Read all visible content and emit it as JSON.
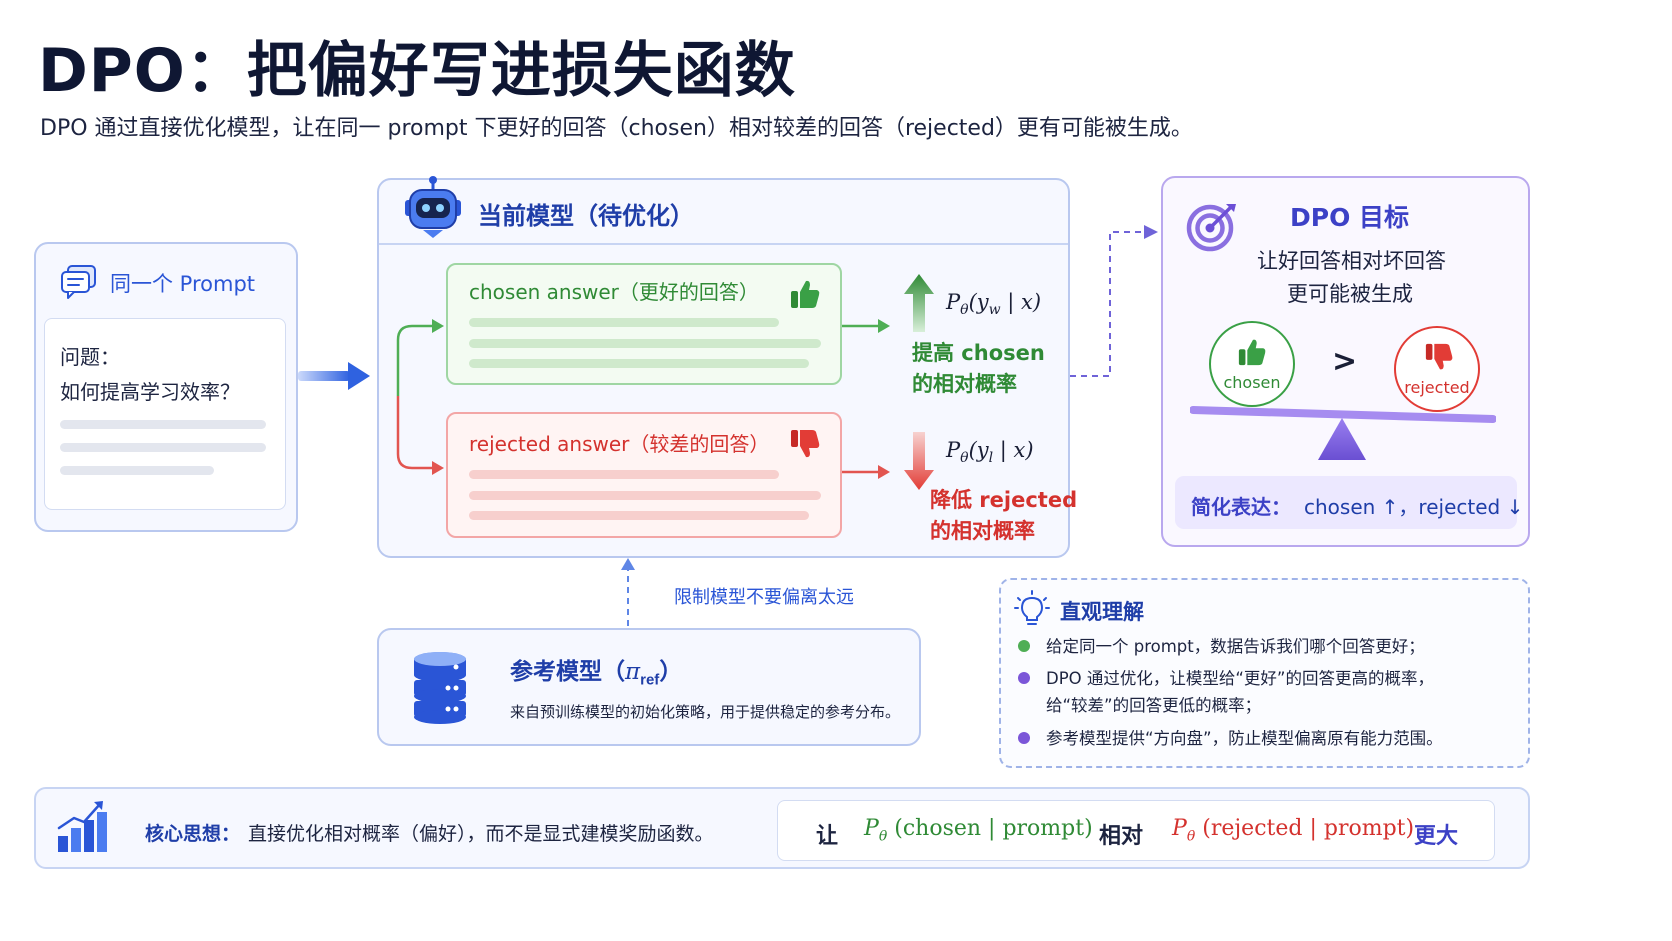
{
  "header": {
    "title": "DPO：把偏好写进损失函数",
    "subtitle": "DPO 通过直接优化模型，让在同一 prompt 下更好的回答（chosen）相对较差的回答（rejected）更有可能被生成。"
  },
  "prompt_panel": {
    "title": "同一个 Prompt",
    "question_label": "问题：",
    "question_text": "如何提高学习效率？"
  },
  "model_panel": {
    "title": "当前模型（待优化）",
    "chosen_label": "chosen answer（更好的回答）",
    "rejected_label": "rejected answer（较差的回答）",
    "chosen_prob_var": "w",
    "rejected_prob_var": "l",
    "increase_line1": "提高 chosen",
    "increase_line2": "的相对概率",
    "decrease_line1": "降低 rejected",
    "decrease_line2": "的相对概率"
  },
  "goal_panel": {
    "title": "DPO 目标",
    "line1": "让好回答相对坏回答",
    "line2": "更可能被生成",
    "chosen": "chosen",
    "rejected": "rejected",
    "comparison": ">",
    "summary_label": "简化表达：",
    "summary_text": "chosen ↑，rejected ↓"
  },
  "constraint_label": "限制模型不要偏离太远",
  "reference_panel": {
    "title_main": "参考模型（",
    "title_pi": "π",
    "title_sub": "ref",
    "title_close": "）",
    "description": "来自预训练模型的初始化策略，用于提供稳定的参考分布。"
  },
  "intuition_panel": {
    "title": "直观理解",
    "items": [
      "给定同一个 prompt，数据告诉我们哪个回答更好；",
      "DPO 通过优化，让模型给“更好”的回答更高的概率，",
      "给“较差”的回答更低的概率；",
      "参考模型提供“方向盘”，防止模型偏离原有能力范围。"
    ]
  },
  "bottom": {
    "core_label": "核心思想：",
    "core_text": "直接优化相对概率（偏好），而不是显式建模奖励函数。",
    "formula_let": "让",
    "formula_chosen_arg": "chosen",
    "formula_prompt": "prompt",
    "formula_relative": "相对",
    "formula_rejected_arg": "rejected",
    "formula_larger": "更大"
  },
  "colors": {
    "primary_blue": "#2a55d6",
    "dark_blue": "#1f3ea8",
    "green": "#2f8a35",
    "red": "#d4322e",
    "purple": "#3c41c6",
    "purple_accent": "#8a6fe0"
  }
}
